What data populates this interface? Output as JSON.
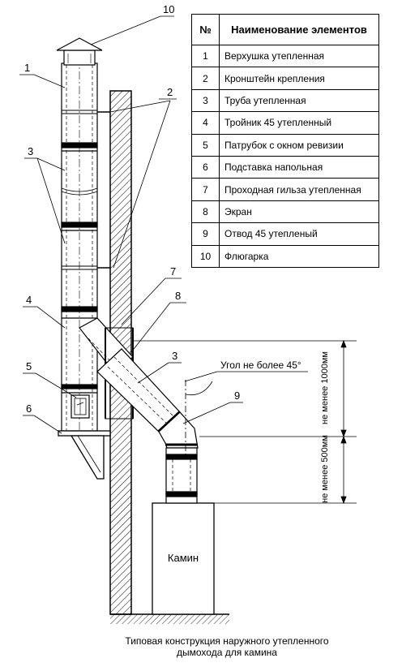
{
  "table": {
    "col_num": "№",
    "col_name": "Наименование элементов",
    "rows": [
      {
        "num": "1",
        "name": "Верхушка утепленная"
      },
      {
        "num": "2",
        "name": "Кронштейн крепления"
      },
      {
        "num": "3",
        "name": "Труба утепленная"
      },
      {
        "num": "4",
        "name": "Тройник 45 утепленный"
      },
      {
        "num": "5",
        "name": "Патрубок с окном ревизии"
      },
      {
        "num": "6",
        "name": "Подставка напольная"
      },
      {
        "num": "7",
        "name": "Проходная гильза утепленная"
      },
      {
        "num": "8",
        "name": "Экран"
      },
      {
        "num": "9",
        "name": "Отвод 45 утепленый"
      },
      {
        "num": "10",
        "name": "Флюгарка"
      }
    ]
  },
  "callouts": {
    "n1": "1",
    "n2": "2",
    "n3a": "3",
    "n3b": "3",
    "n4": "4",
    "n5": "5",
    "n6": "6",
    "n7": "7",
    "n8": "8",
    "n9": "9",
    "n10": "10"
  },
  "angle_label": "Угол не более 45°",
  "dim_top": "не менее 1000мм",
  "dim_bottom": "не менее 500мм",
  "fireplace_label": "Камин",
  "caption": {
    "line1": "Типовая конструкция наружного утепленного",
    "line2": "дымохода для камина"
  }
}
